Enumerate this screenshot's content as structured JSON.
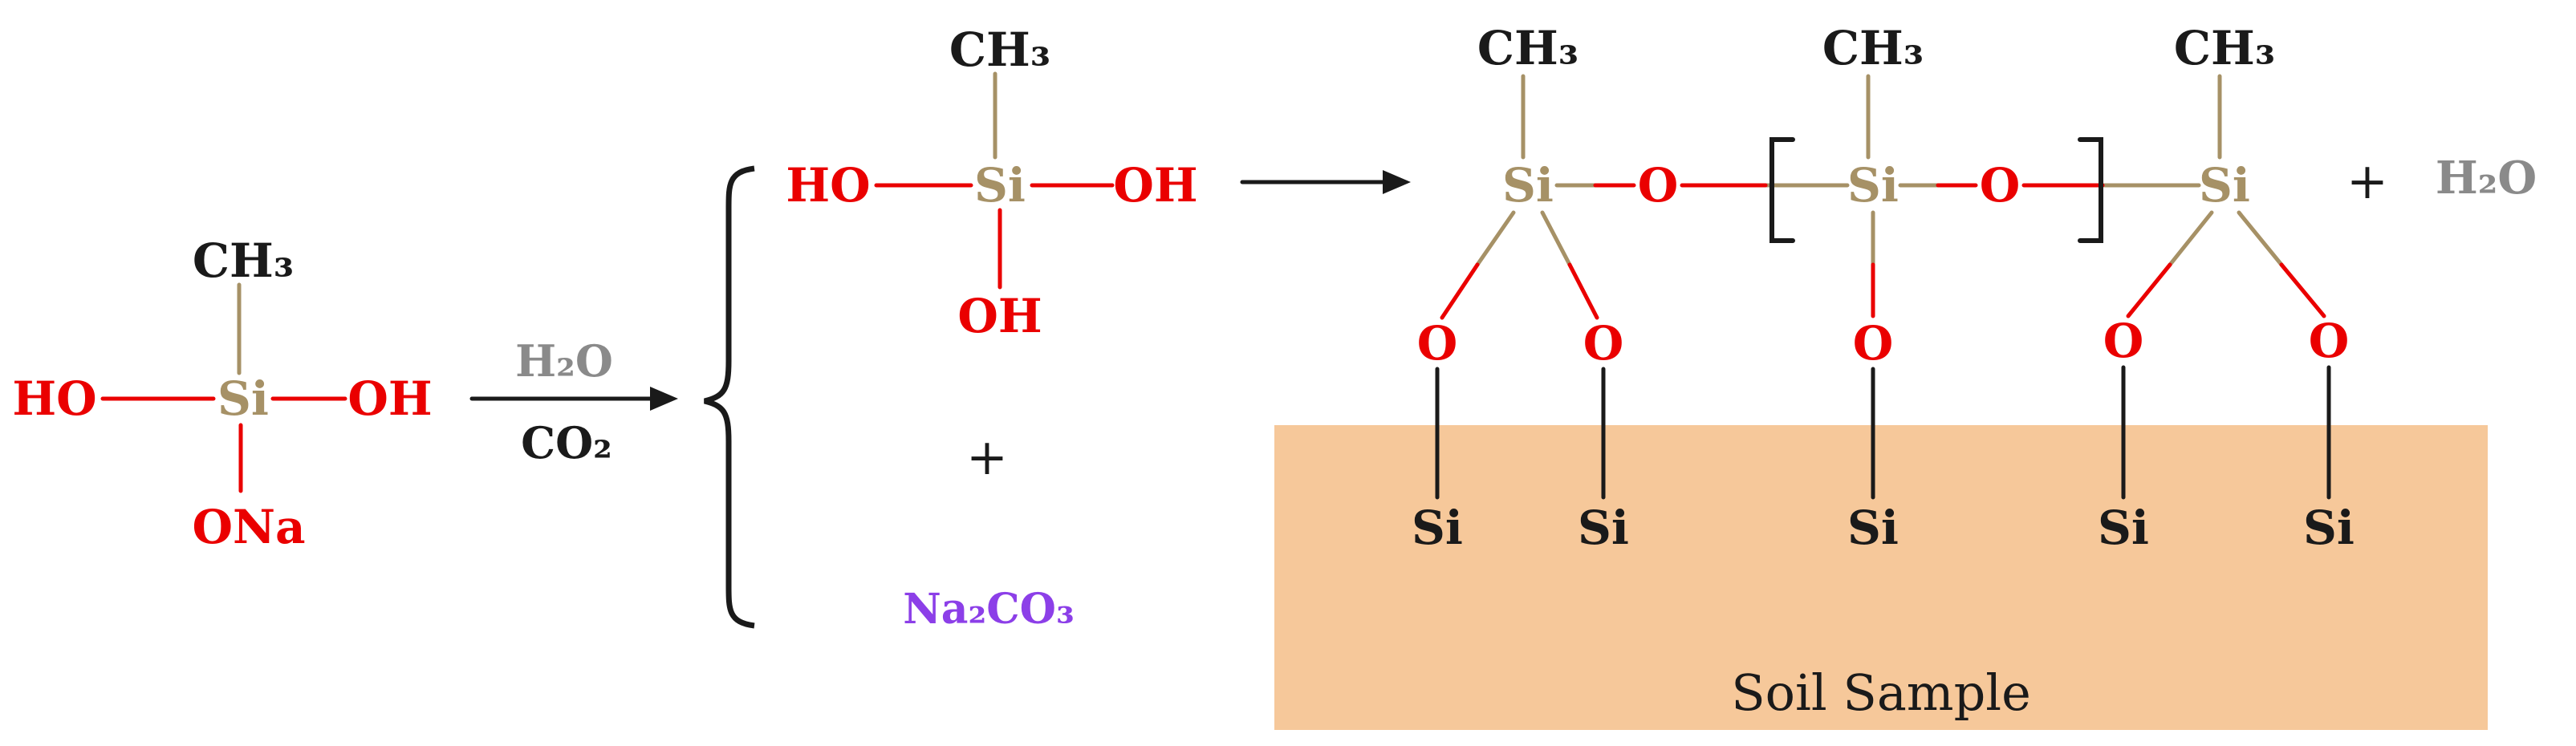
{
  "reactant": {
    "ch3": "CH₃",
    "ho": "HO",
    "si": "Si",
    "oh": "OH",
    "ona": "ONa"
  },
  "arrow1": {
    "above": "H₂O",
    "below": "CO₂"
  },
  "intermediate": {
    "ch3": "CH₃",
    "ho": "HO",
    "si": "Si",
    "oh_right": "OH",
    "oh_bottom": "OH",
    "plus": "+",
    "byproduct": "Na₂CO₃"
  },
  "product": {
    "ch3": [
      "CH₃",
      "CH₃",
      "CH₃"
    ],
    "si": [
      "Si",
      "Si",
      "Si"
    ],
    "o_bridge": [
      "O",
      "O"
    ],
    "o_down": [
      "O",
      "O",
      "O",
      "O",
      "O"
    ],
    "si_soil": [
      "Si",
      "Si",
      "Si",
      "Si",
      "Si"
    ],
    "plus": "+",
    "water": "H₂O"
  },
  "soil": {
    "label": "Soil Sample"
  },
  "colors": {
    "red": "#ea0000",
    "tan": "#a69166",
    "gray": "#8a8a8a",
    "purple": "#8c3fe8",
    "soil_fill": "#f6c89a",
    "ink": "#1a1a1a"
  }
}
